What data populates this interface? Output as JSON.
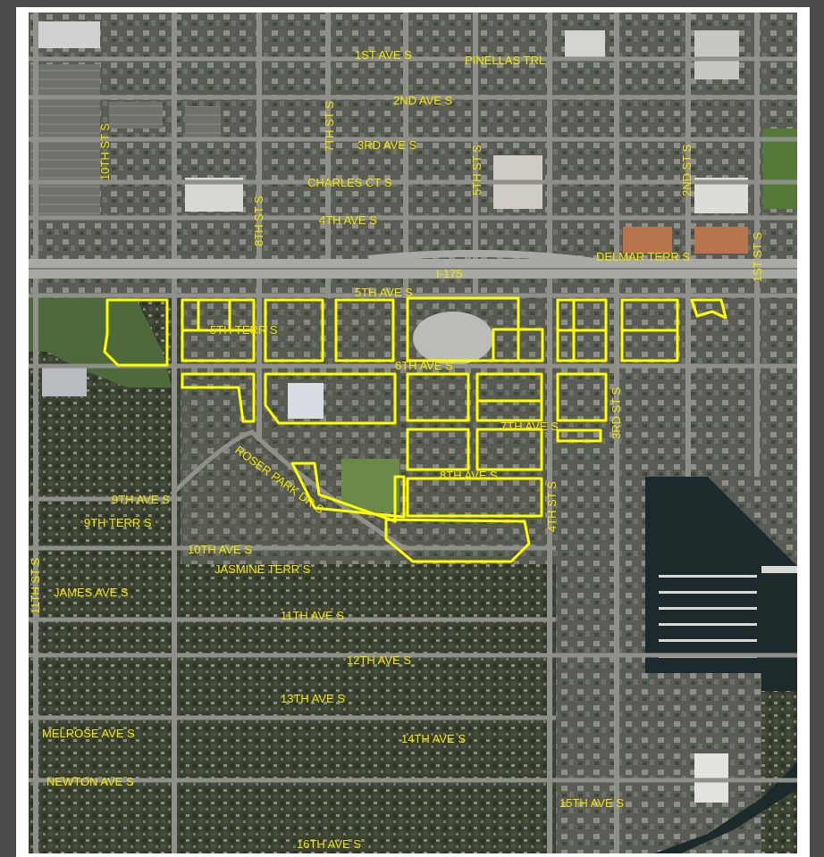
{
  "colors": {
    "outer_background": "#4a4a4a",
    "frame": "#ffffff",
    "boundary": "#ffff00",
    "label": "#f2e600",
    "water": "#1c2a2c",
    "aerial_base": "#3a3f34"
  },
  "labels": {
    "ave_1st": "1ST AVE S",
    "pinellas": "PINELLAS TRL",
    "ave_2nd": "2ND AVE S",
    "ave_3rd": "3RD AVE S",
    "charles": "CHARLES CT S",
    "ave_4th": "4TH AVE S",
    "i175": "I-175",
    "delmar": "DELMAR TERR S",
    "ave_5th": "5TH AVE S",
    "terr_5th": "5TH TERR S",
    "ave_6th": "6TH AVE S",
    "ave_7th": "7TH AVE S",
    "ave_8th": "8TH AVE S",
    "roser": "ROSER PARK DR S",
    "ave_9th": "9TH AVE S",
    "terr_9th": "9TH TERR S",
    "ave_10th": "10TH AVE S",
    "jasmine": "JASMINE TERR S",
    "james": "JAMES AVE S",
    "ave_11th": "11TH AVE S",
    "ave_12th": "12TH AVE S",
    "ave_13th": "13TH AVE S",
    "melrose": "MELROSE AVE S",
    "ave_14th": "14TH AVE S",
    "newton": "NEWTON AVE S",
    "ave_15th": "15TH AVE S",
    "ave_16th": "16TH AVE S",
    "st_10th": "10TH ST S",
    "st_8th": "8TH ST S",
    "st_7th": "7TH ST S",
    "st_5th": "5TH ST S",
    "st_4th": "4TH ST S",
    "st_3rd": "3RD ST S",
    "st_2nd": "2ND ST S",
    "st_1st": "1ST ST S",
    "st_11th": "11TH ST S"
  }
}
